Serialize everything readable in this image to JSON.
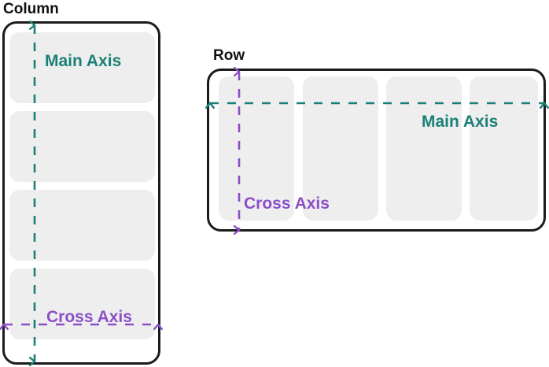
{
  "diagram": {
    "title_visible": false,
    "colors": {
      "main_axis": "#1a8077",
      "cross_axis": "#8b4fc8",
      "container_border": "#1b1b1b",
      "item_fill": "#eeeeee",
      "label_text": "#111111",
      "background": "#ffffff"
    }
  },
  "sections": [
    {
      "key": "column",
      "label": "Column",
      "direction": "column",
      "item_count": 4,
      "items": [
        {
          "label": ""
        },
        {
          "label": ""
        },
        {
          "label": ""
        },
        {
          "label": ""
        }
      ],
      "axes": {
        "main": {
          "label": "Main Axis",
          "orientation": "vertical",
          "arrowheads": "both",
          "style": "dashed",
          "color": "#1a8077"
        },
        "cross": {
          "label": "Cross Axis",
          "orientation": "horizontal",
          "arrowheads": "both",
          "style": "dashed",
          "color": "#8b4fc8"
        }
      }
    },
    {
      "key": "row",
      "label": "Row",
      "direction": "row",
      "item_count": 4,
      "items": [
        {
          "label": ""
        },
        {
          "label": ""
        },
        {
          "label": ""
        },
        {
          "label": ""
        }
      ],
      "axes": {
        "main": {
          "label": "Main Axis",
          "orientation": "horizontal",
          "arrowheads": "both",
          "style": "dashed",
          "color": "#1a8077"
        },
        "cross": {
          "label": "Cross Axis",
          "orientation": "vertical",
          "arrowheads": "both",
          "style": "dashed",
          "color": "#8b4fc8"
        }
      }
    }
  ]
}
